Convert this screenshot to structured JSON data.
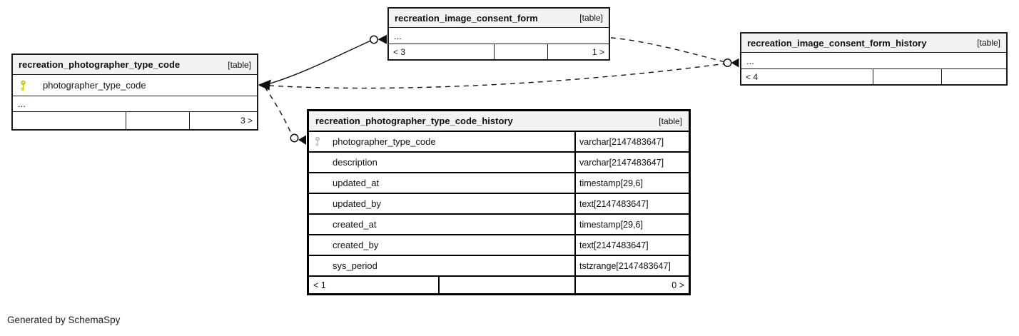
{
  "credit": "Generated by SchemaSpy",
  "colors": {
    "background": "#ffffff",
    "table_border": "#1a1a1a",
    "header_bg": "#f2f2f2",
    "primary_key_icon": "#cbcb00",
    "foreign_key_icon": "#bdbdbd",
    "edge": "#111111"
  },
  "tables": {
    "photographer_type_code": {
      "title": "recreation_photographer_type_code",
      "tag": "[table]",
      "columns": [
        {
          "name": "photographer_type_code",
          "icon": "primary-key-icon"
        }
      ],
      "ellipsis": "...",
      "footer": {
        "left": "",
        "middle": "",
        "right": "3 >"
      }
    },
    "image_consent_form": {
      "title": "recreation_image_consent_form",
      "tag": "[table]",
      "ellipsis": "...",
      "footer": {
        "left": "< 3",
        "middle": "",
        "right": "1 >"
      }
    },
    "image_consent_form_history": {
      "title": "recreation_image_consent_form_history",
      "tag": "[table]",
      "ellipsis": "...",
      "footer": {
        "left": "< 4",
        "middle": "",
        "right": ""
      }
    },
    "photographer_type_code_history": {
      "title": "recreation_photographer_type_code_history",
      "tag": "[table]",
      "columns": [
        {
          "name": "photographer_type_code",
          "type": "varchar[2147483647]",
          "icon": "foreign-key-icon"
        },
        {
          "name": "description",
          "type": "varchar[2147483647]"
        },
        {
          "name": "updated_at",
          "type": "timestamp[29,6]"
        },
        {
          "name": "updated_by",
          "type": "text[2147483647]"
        },
        {
          "name": "created_at",
          "type": "timestamp[29,6]"
        },
        {
          "name": "created_by",
          "type": "text[2147483647]"
        },
        {
          "name": "sys_period",
          "type": "tstzrange[2147483647]"
        }
      ],
      "footer": {
        "left": "< 1",
        "middle": "",
        "right": "0 >"
      }
    }
  }
}
